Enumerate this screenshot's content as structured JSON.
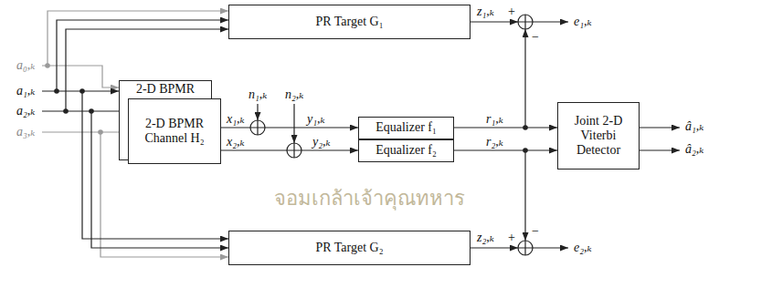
{
  "diagram": {
    "nodes": [
      {
        "text": [
          "PR Target G₁"
        ]
      },
      {
        "text": [
          "2-D BPMR"
        ]
      },
      {
        "text": [
          "2-D BPMR Channel H₂"
        ]
      },
      {
        "text": [
          "Equalizer f₁"
        ]
      },
      {
        "text": [
          "Equalizer f₂"
        ]
      },
      {
        "text": [
          "Joint 2-D Viterbi Detector"
        ]
      },
      {
        "text": [
          "PR Target G₂"
        ]
      }
    ],
    "edges": [
      {
        "from": 2,
        "to": 3,
        "arrow": "to"
      },
      {
        "from": 2,
        "to": 4,
        "arrow": "to"
      },
      {
        "from": 3,
        "to": 5,
        "arrow": "to"
      },
      {
        "from": 4,
        "to": 5,
        "arrow": "to"
      }
    ],
    "labels": [
      "a₀,ₖ",
      "a₁,ₖ",
      "a₂,ₖ",
      "a₃,ₖ",
      "n₁,ₖ",
      "n₂,ₖ",
      "x₁,ₖ",
      "x₂,ₖ",
      "y₁,ₖ",
      "y₂,ₖ",
      "r₁,ₖ",
      "r₂,ₖ",
      "z₁,ₖ",
      "z₂,ₖ",
      "+",
      "−",
      "+",
      "−",
      "e₁,ₖ",
      "e₂,ₖ",
      "â₁,ₖ",
      "â₂,ₖ",
      "จอมเกล้าเจ้าคุณทหาร"
    ]
  }
}
